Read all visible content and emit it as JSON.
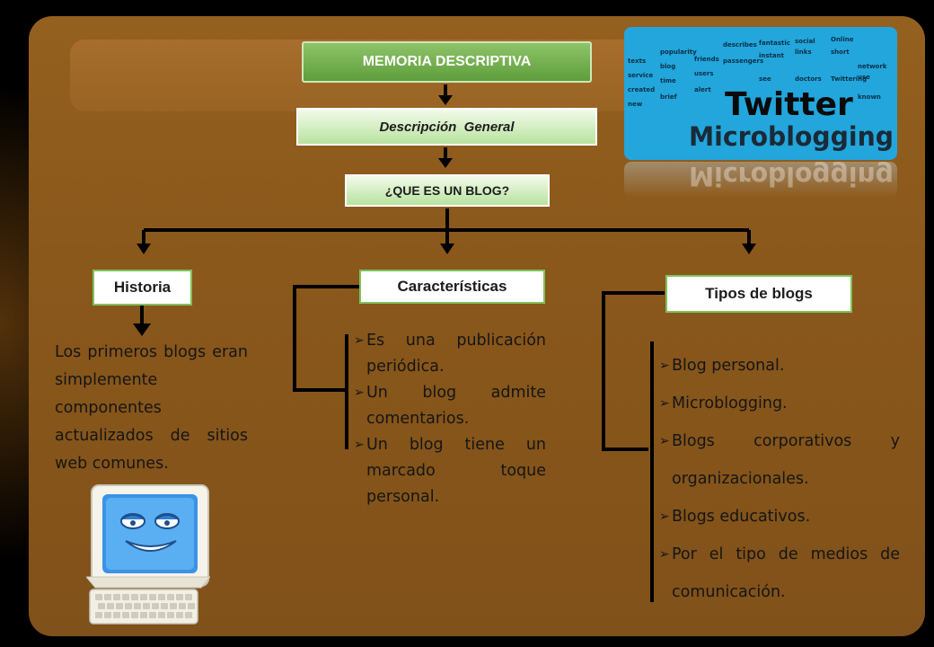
{
  "diagram": {
    "title": "MEMORIA DESCRIPTIVA",
    "subtitle": "Descripción  General",
    "question": "¿QUE ES UN BLOG?",
    "branches": {
      "historia": {
        "label": "Historia",
        "text": "Los primeros blogs eran simplemente componentes actualizados de sitios web comunes."
      },
      "caracteristicas": {
        "label": "Características",
        "items": [
          "Es una publicación periódica.",
          "Un blog admite comentarios.",
          "Un blog tiene un marcado toque personal."
        ]
      },
      "tipos": {
        "label": "Tipos de blogs",
        "items": [
          "Blog personal.",
          "Microblogging.",
          "Blogs corporativos y organizacionales.",
          "Blogs educativos.",
          "Por el tipo de medios de comunicación."
        ]
      }
    }
  },
  "image": {
    "main_words": [
      "Twitter",
      "Microblogging"
    ],
    "words": [
      "texts",
      "service",
      "created",
      "popularity",
      "blog",
      "time",
      "friends",
      "users",
      "describes",
      "passengers",
      "fantastic",
      "instant",
      "social",
      "links",
      "Online",
      "short",
      "network",
      "use",
      "see",
      "doctors",
      "Twittering",
      "new",
      "brief",
      "alert",
      "known"
    ]
  },
  "colors": {
    "panel": "#8b5a1c",
    "green_box": "#6aaa44",
    "connector": "#000000",
    "twitter_blue": "#22a6dc"
  },
  "icons": {
    "bullet": "arrow-bullet-icon",
    "computer": "smiling-computer-icon"
  }
}
